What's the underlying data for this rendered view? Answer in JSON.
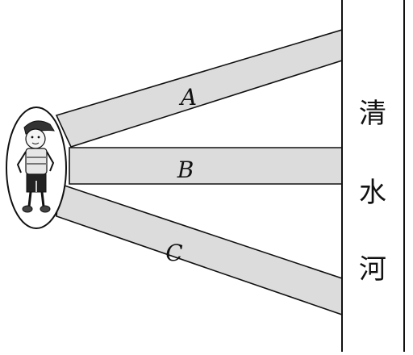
{
  "roads": [
    {
      "id": "A",
      "label": "A"
    },
    {
      "id": "B",
      "label": "B"
    },
    {
      "id": "C",
      "label": "C"
    }
  ],
  "river": {
    "name_chars": [
      "清",
      "水",
      "河"
    ]
  },
  "figure": {
    "subject": "boy-figure"
  },
  "colors": {
    "road_fill": "#dcdcdc",
    "stroke": "#111111",
    "background": "#ffffff"
  }
}
